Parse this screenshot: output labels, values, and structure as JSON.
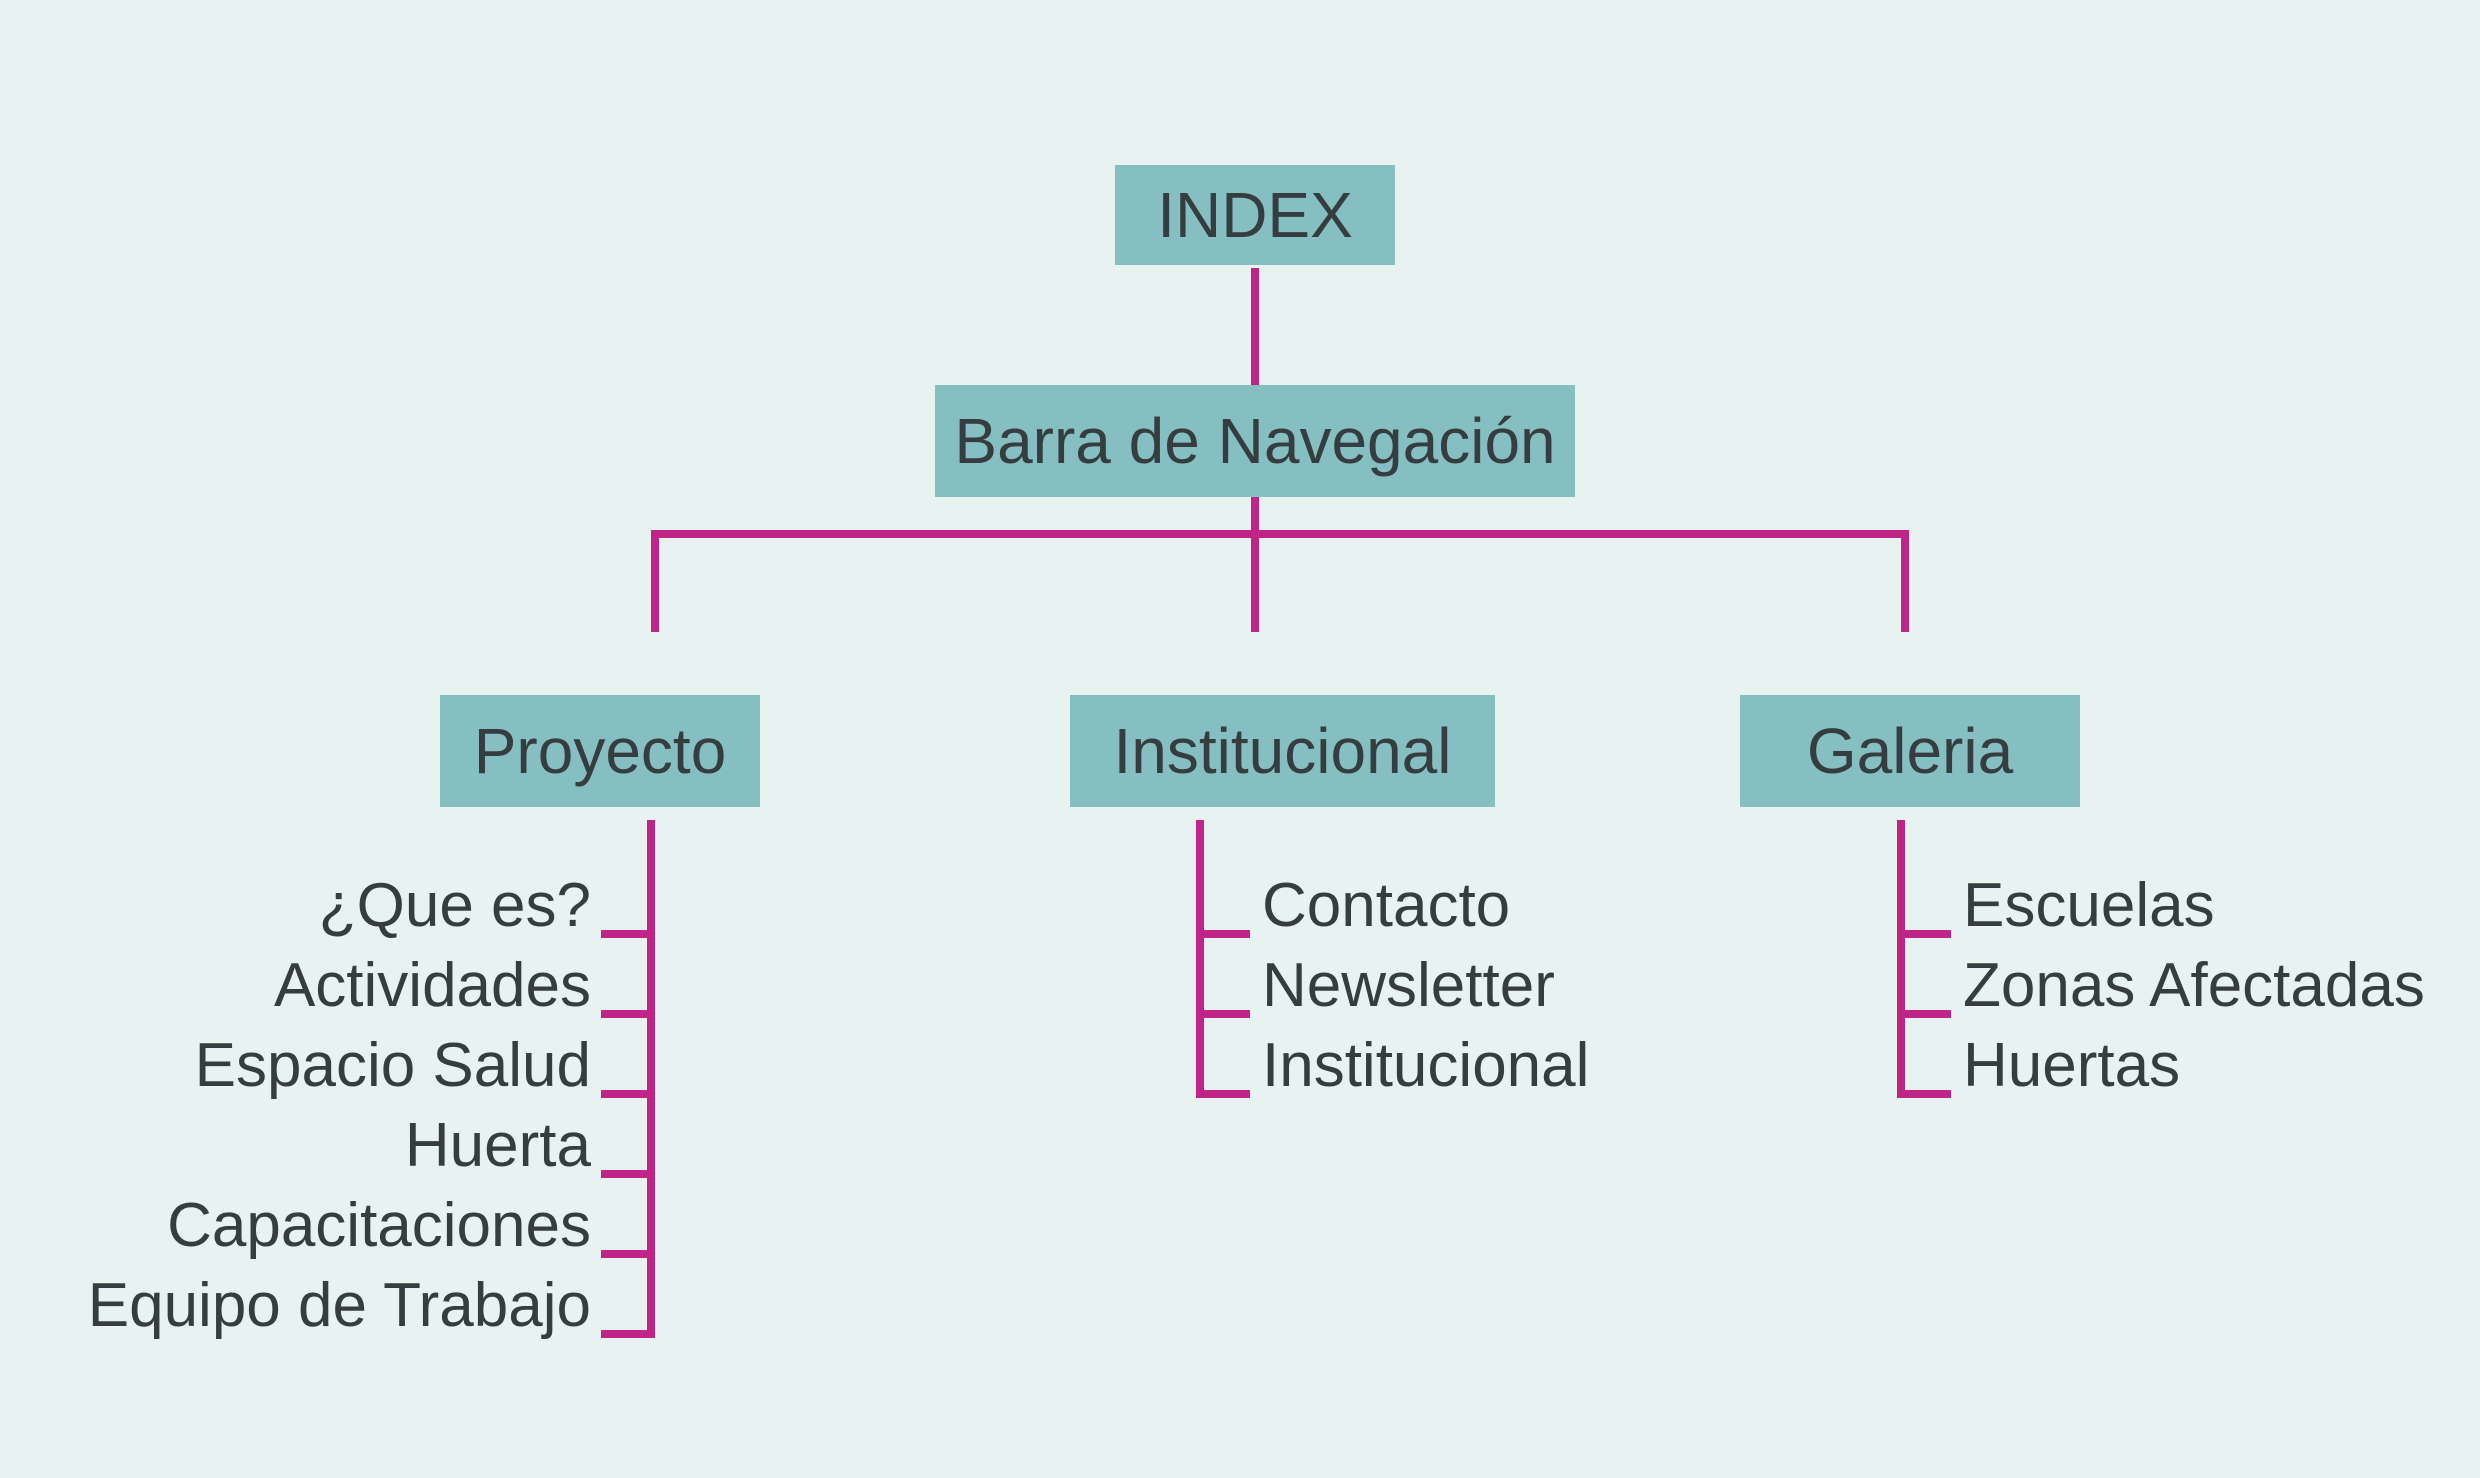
{
  "diagram": {
    "root": "INDEX",
    "nav_bar": "Barra de Navegación",
    "colors": {
      "background": "#e8f2f1",
      "node_fill": "#85bfc2",
      "connector": "#bf2487",
      "text": "#363d40"
    },
    "sections": [
      {
        "label": "Proyecto",
        "items": [
          "¿Que es?",
          "Actividades",
          "Espacio Salud",
          "Huerta",
          "Capacitaciones",
          "Equipo de Trabajo"
        ]
      },
      {
        "label": "Institucional",
        "items": [
          "Contacto",
          "Newsletter",
          "Institucional"
        ]
      },
      {
        "label": "Galeria",
        "items": [
          "Escuelas",
          "Zonas Afectadas",
          "Huertas"
        ]
      }
    ]
  }
}
